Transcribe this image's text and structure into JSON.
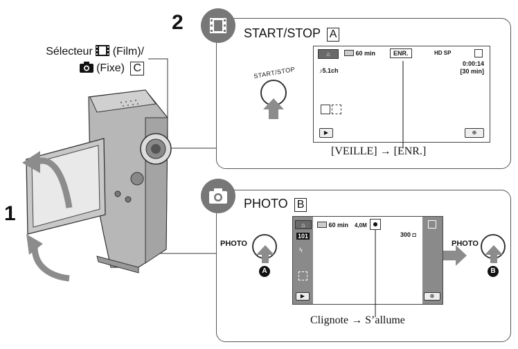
{
  "step1": {
    "number": "1"
  },
  "step2": {
    "number": "2"
  },
  "selector": {
    "line1": "Sélecteur",
    "film_label": "(Film)/",
    "fixe_label": "(Fixe)",
    "box": "C"
  },
  "movie_panel": {
    "title": "START/STOP",
    "box": "A",
    "button_label": "START/STOP",
    "screen": {
      "battery": "60 min",
      "rec_button": "ENR.",
      "quality": "HD SP",
      "time": "0:00:14",
      "remaining": "[30 min]",
      "audio": "5.1ch"
    },
    "caption_from": "[VEILLE]",
    "caption_to": "[ENR.]"
  },
  "photo_panel": {
    "title": "PHOTO",
    "box": "B",
    "button_left_label": "PHOTO",
    "button_right_label": "PHOTO",
    "marker_a": "A",
    "marker_b": "B",
    "screen": {
      "battery": "60 min",
      "folder": "101",
      "size": "4,0M",
      "count": "300"
    },
    "caption_from": "Clignote",
    "caption_to": "S’allume"
  },
  "colors": {
    "badge_gray": "#777777",
    "arrow_gray": "#8c8c8c",
    "camera_gray": "#9a9a9a"
  }
}
